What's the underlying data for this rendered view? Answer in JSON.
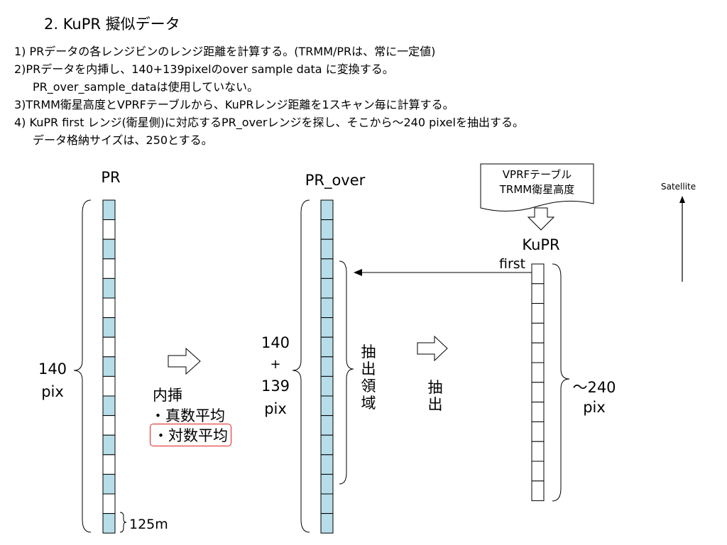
{
  "title": "2. KuPR 擬似データ",
  "steps": [
    "1) PRデータの各レンジビンのレンジ距離を計算する。(TRMM/PRは、常に一定値)",
    "2)PRデータを内挿し、140+139pixelのover sample data に変換する。",
    "PR_over_sample_dataは使用していない。",
    "3)TRMM衛星高度とVPRFテーブルから、KuPRレンジ距離を1スキャン毎に計算する。",
    "4) KuPR first レンジ(衛星側)に対応するPR_overレンジを探し、そこから〜240 pixelを抽出する。",
    "データ格納サイズは、250とする。"
  ],
  "pr": {
    "label": "PR",
    "count_line1": "140",
    "count_line2": "pix",
    "bin_size": "125m",
    "cells": 17
  },
  "interp": {
    "label": "内挿",
    "option1": "・真数平均",
    "option2": "・対数平均"
  },
  "pr_over": {
    "label": "PR_over",
    "count_line1": "140",
    "count_line2": "+",
    "count_line3": "139",
    "count_line4": "pix",
    "cells": 17
  },
  "extract_region": "抽出領域",
  "extract": "抽出",
  "input_doc": {
    "line1": "VPRFテーブル",
    "line2": "TRMM衛星高度"
  },
  "kupr": {
    "label": "KuPR",
    "first_label": "first",
    "count_line1": "〜240",
    "count_line2": "pix",
    "cells": 12
  },
  "satellite_label": "Satellite",
  "colors": {
    "filled_cell": "#b7dde8",
    "highlight_border": "#e02020"
  }
}
